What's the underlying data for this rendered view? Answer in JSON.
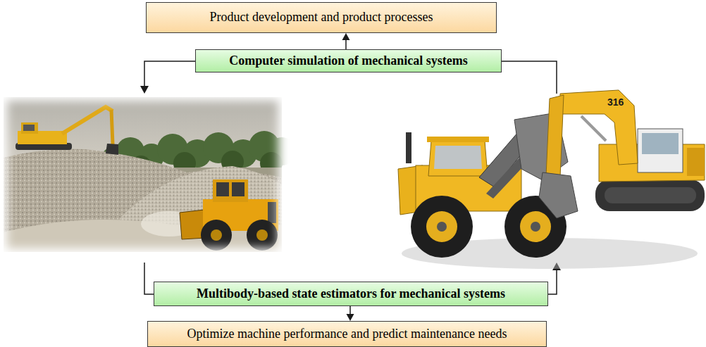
{
  "diagram": {
    "nodes": [
      {
        "text": [
          "Product development and product processes"
        ]
      },
      {
        "text": [
          "Computer simulation of mechanical systems"
        ]
      },
      {
        "text": [
          "Multibody-based state estimators for mechanical systems"
        ]
      },
      {
        "text": [
          "Optimize machine performance and predict maintenance needs"
        ]
      }
    ],
    "edges": [
      {
        "from": 1,
        "to": 0,
        "arrow": "to"
      },
      {
        "from": 2,
        "to": 3,
        "arrow": "to"
      }
    ],
    "labels": [
      "316"
    ]
  }
}
